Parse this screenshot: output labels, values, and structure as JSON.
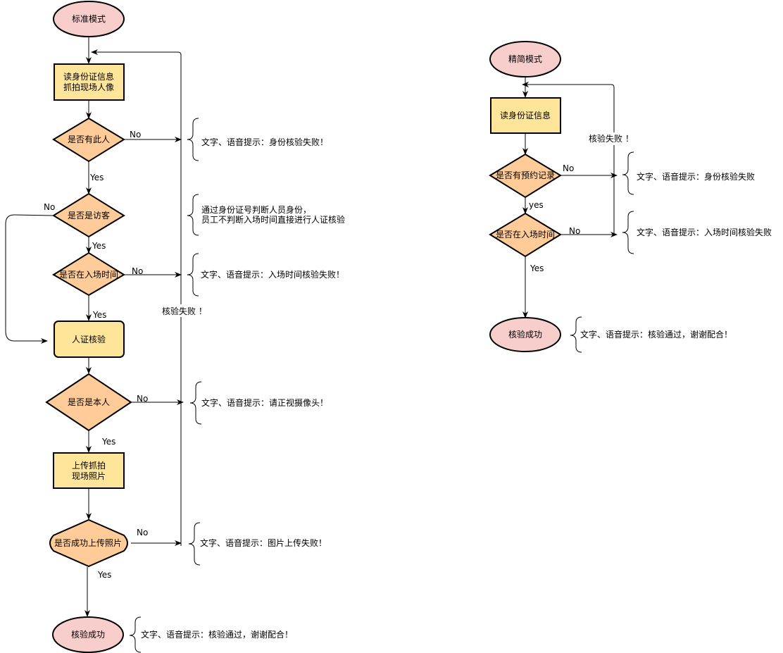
{
  "left": {
    "start": "标准模式",
    "read_id": [
      "读身份证信息",
      "抓拍现场人像"
    ],
    "q_person": "是否有此人",
    "q_visitor": "是否是访客",
    "q_time": "是否在入场时间",
    "verify": "人证核验",
    "q_self": "是否是本人",
    "upload": [
      "上传抓拍",
      "现场照片"
    ],
    "q_upload": "是否成功上传照片",
    "success": "核验成功",
    "fail_label": "核验失败 ！",
    "notes": {
      "person": "文字、语音提示：身份核验失败！",
      "visitor": [
        "通过身份证号判断人员身份，",
        "员工不判断入场时间直接进行人证核验"
      ],
      "time": "文字、语音提示：入场时间核验失败！",
      "self": "文字、语音提示：请正视摄像头！",
      "upload": "文字、语音提示：图片上传失败！",
      "success": "文字、语音提示：核验通过，谢谢配合！"
    }
  },
  "right": {
    "start": "精简模式",
    "read_id": "读身份证信息",
    "q_reserve": "是否有预约记录",
    "q_time": "是否在入场时间",
    "success": "核验成功",
    "fail_label": "核验失败 ！",
    "notes": {
      "reserve": "文字、语音提示：身份核验失败",
      "time": "文字、语音提示：入场时间核验失败",
      "success": "文字、语音提示：核验通过，谢谢配合！"
    }
  },
  "edge_labels": {
    "yes": "Yes",
    "no": "No",
    "yes_lower": "yes"
  }
}
